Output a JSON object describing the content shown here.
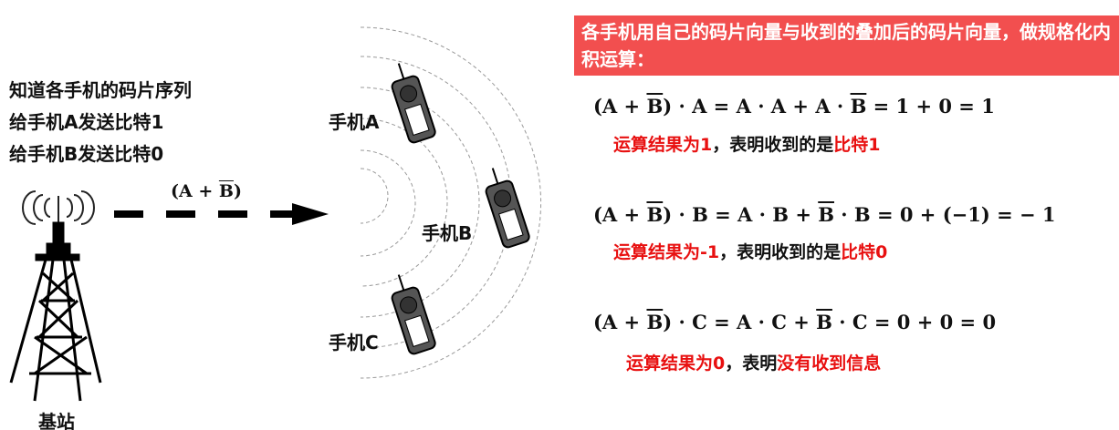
{
  "intro": [
    "知道各手机的码片序列",
    "给手机A发送比特1",
    "给手机B发送比特0"
  ],
  "signal": {
    "prefix": "(A + ",
    "overbar": "B",
    "suffix": ")"
  },
  "base_station_label": "基站",
  "phones": [
    "手机A",
    "手机B",
    "手机C"
  ],
  "banner": "各手机用自己的码片向量与收到的叠加后的码片向量，做规格化内积运算：",
  "equations": [
    {
      "parts": [
        "(A + ",
        "B",
        ") · A = A · A + A · ",
        "B",
        " = 1 + 0 = 1"
      ],
      "result": [
        "运算结果为1",
        "，表明收到的是",
        "比特1"
      ]
    },
    {
      "parts": [
        "(A + ",
        "B",
        ") · B = A · B + ",
        "B",
        " · B = 0 + (−1) = − 1"
      ],
      "result": [
        "运算结果为-1",
        "，表明收到的是",
        "比特0"
      ]
    },
    {
      "parts": [
        "(A + ",
        "B",
        ") · C = A · C + ",
        "B",
        " · C = 0 + 0 = 0"
      ],
      "result": [
        "运算结果为0",
        "，表明",
        "没有收到信息"
      ]
    }
  ],
  "colors": {
    "banner": "#f24f4f",
    "accent_red": "#e81010"
  }
}
